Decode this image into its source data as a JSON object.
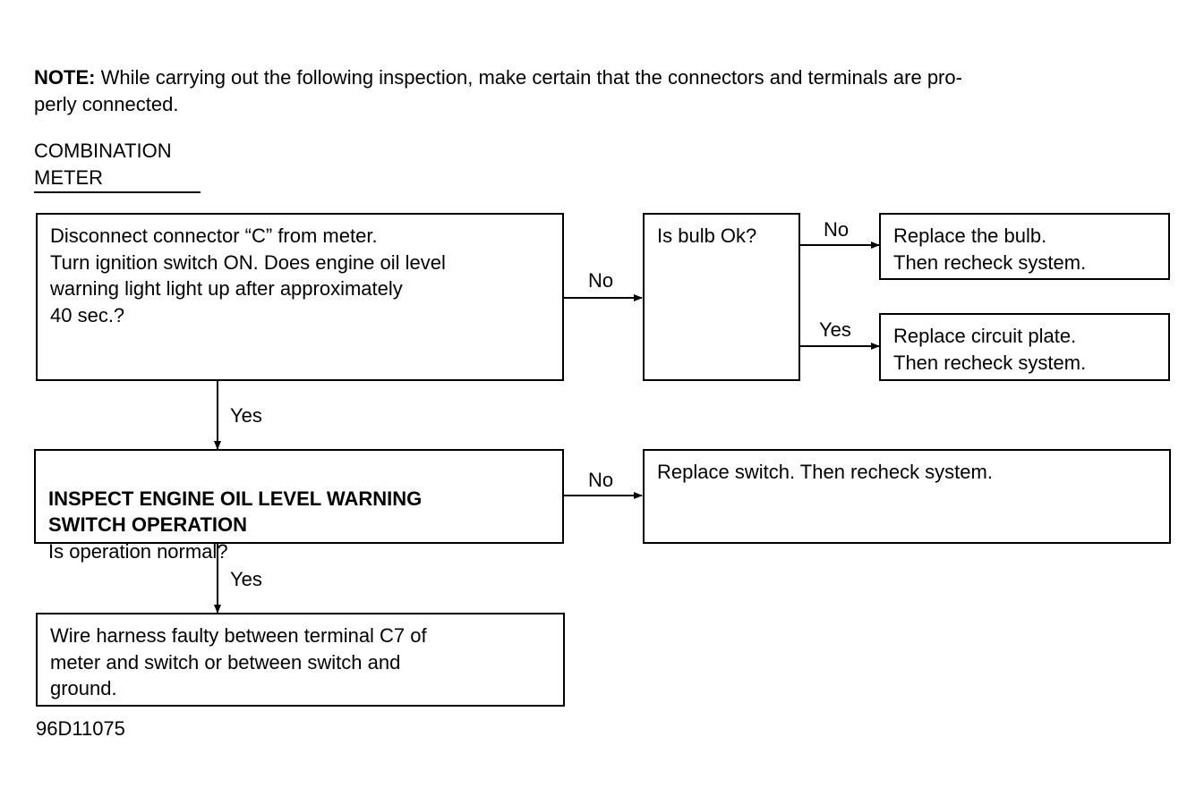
{
  "note": {
    "label": "NOTE:",
    "text": "While carrying out the following inspection, make certain that the connectors and terminals are pro-\nperly connected."
  },
  "section_title": "COMBINATION\nMETER",
  "nodes": {
    "check_light": "Disconnect connector “C” from meter.\nTurn ignition switch ON. Does engine oil level\nwarning light light up after approximately\n40 sec.?",
    "bulb_ok": "Is bulb Ok?",
    "replace_bulb": "Replace the bulb.\nThen recheck system.",
    "replace_circuit_plate": "Replace circuit plate.\nThen recheck system.",
    "inspect_switch_title": "INSPECT ENGINE OIL LEVEL WARNING\nSWITCH OPERATION",
    "inspect_switch_question": "Is operation normal?",
    "replace_switch": "Replace switch. Then recheck system.",
    "wire_harness": "Wire harness faulty between terminal C7 of\nmeter and switch or between switch and\nground."
  },
  "edges": {
    "light_no": "No",
    "bulb_no": "No",
    "bulb_yes": "Yes",
    "light_yes": "Yes",
    "switch_no": "No",
    "switch_yes": "Yes"
  },
  "figure_code": "96D11075"
}
